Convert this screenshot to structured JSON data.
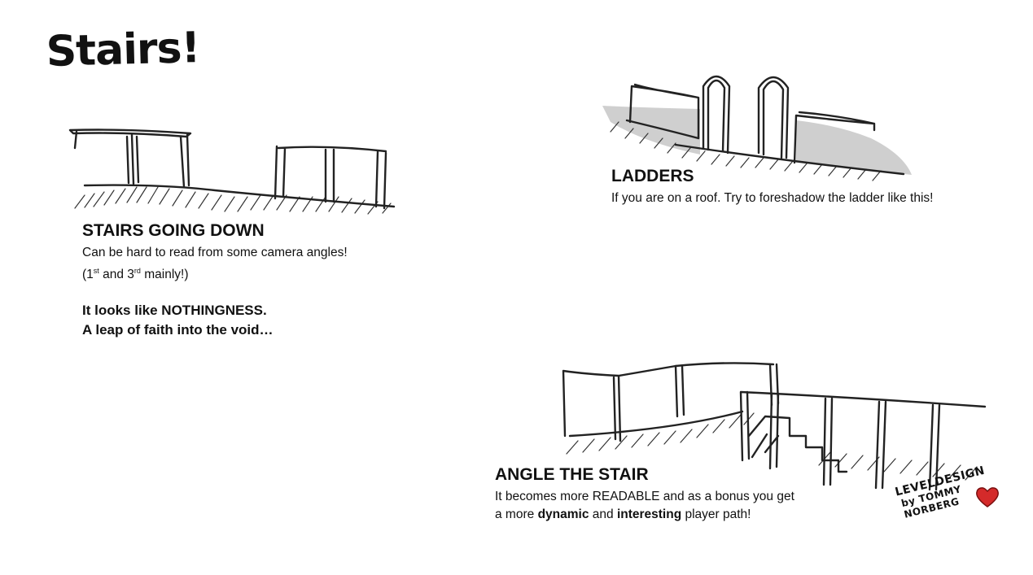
{
  "slide": {
    "title": "Stairs!"
  },
  "stairs_down": {
    "heading": "STAIRS GOING DOWN",
    "line1": "Can be hard to read from some camera angles!",
    "line2_a": "(1",
    "line2_sup1": "st",
    "line2_b": " and 3",
    "line2_sup2": "rd",
    "line2_c": " mainly!)",
    "bold1": "It looks like NOTHINGNESS.",
    "bold2": "A leap of faith into the void…"
  },
  "ladders": {
    "heading": "LADDERS",
    "body": "If you are on a roof. Try to foreshadow the ladder like this!"
  },
  "angle_stair": {
    "heading": "ANGLE THE STAIR",
    "line1": "It becomes more READABLE and as a bonus you get",
    "line2_a": "a more ",
    "line2_b1": "dynamic",
    "line2_c": " and ",
    "line2_b2": "interesting",
    "line2_d": " player path!"
  },
  "logo": {
    "line1": "LEVELDESIGN",
    "line2": "by TOMMY NORBERG",
    "heart_color": "#d42a2a"
  }
}
